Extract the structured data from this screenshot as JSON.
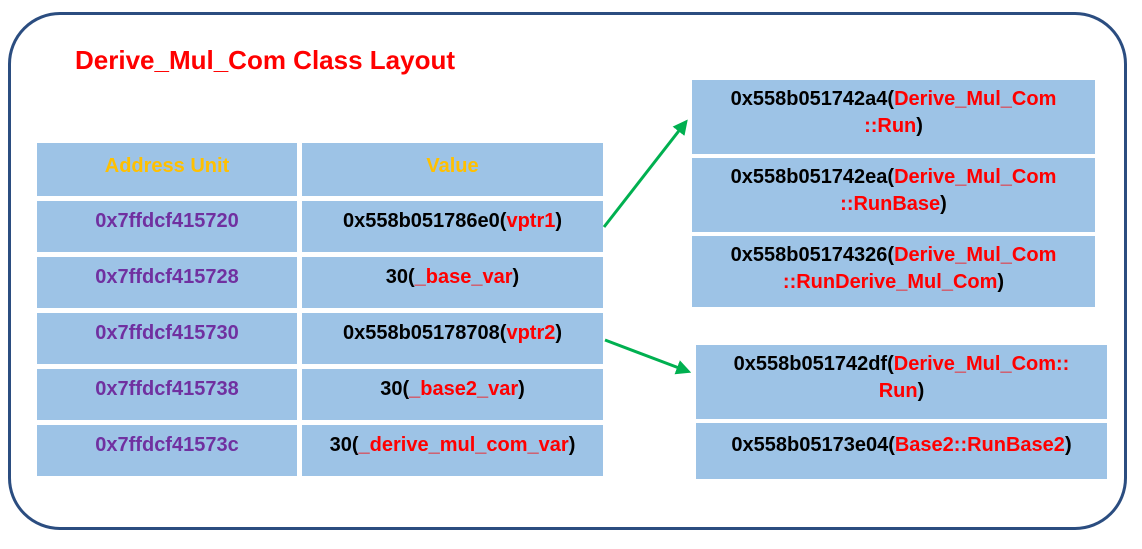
{
  "title": "Derive_Mul_Com Class Layout",
  "colors": {
    "cell_bg": "#9dc3e6",
    "header_text": "#ffc000",
    "address_text": "#7030a0",
    "highlight_text": "#ff0000",
    "value_text": "#000000",
    "arrow_color": "#00b050",
    "border_color": "#2b4d80",
    "title_color": "#ff0000"
  },
  "table": {
    "headers": [
      "Address Unit",
      "Value"
    ],
    "rows": [
      {
        "address": "0x7ffdcf415720",
        "value": [
          {
            "text": "0x558b051786e0(",
            "color": "black"
          },
          {
            "text": "vptr1",
            "color": "red"
          },
          {
            "text": ")",
            "color": "black"
          }
        ]
      },
      {
        "address": "0x7ffdcf415728",
        "value": [
          {
            "text": "30(",
            "color": "black"
          },
          {
            "text": "_base_var",
            "color": "red"
          },
          {
            "text": ")",
            "color": "black"
          }
        ]
      },
      {
        "address": "0x7ffdcf415730",
        "value": [
          {
            "text": "0x558b05178708(",
            "color": "black"
          },
          {
            "text": "vptr2",
            "color": "red"
          },
          {
            "text": ")",
            "color": "black"
          }
        ]
      },
      {
        "address": "0x7ffdcf415738",
        "value": [
          {
            "text": "30(",
            "color": "black"
          },
          {
            "text": "_base2_var",
            "color": "red"
          },
          {
            "text": ")",
            "color": "black"
          }
        ]
      },
      {
        "address": "0x7ffdcf41573c",
        "value": [
          {
            "text": "30(",
            "color": "black"
          },
          {
            "text": "_derive_mul_com_var",
            "color": "red"
          },
          {
            "text": ")",
            "color": "black"
          }
        ]
      }
    ]
  },
  "vtable1": {
    "cells": [
      {
        "lines": [
          [
            {
              "text": "0x558b051742a4(",
              "color": "black"
            },
            {
              "text": "Derive_Mul_Com",
              "color": "red"
            }
          ],
          [
            {
              "text": "::Run",
              "color": "red"
            },
            {
              "text": ")",
              "color": "black"
            }
          ]
        ]
      },
      {
        "lines": [
          [
            {
              "text": "0x558b051742ea(",
              "color": "black"
            },
            {
              "text": "Derive_Mul_Com",
              "color": "red"
            }
          ],
          [
            {
              "text": "::RunBase",
              "color": "red"
            },
            {
              "text": ")",
              "color": "black"
            }
          ]
        ]
      },
      {
        "lines": [
          [
            {
              "text": "0x558b05174326(",
              "color": "black"
            },
            {
              "text": "Derive_Mul_Com",
              "color": "red"
            }
          ],
          [
            {
              "text": "::RunDerive_Mul_Com",
              "color": "red"
            },
            {
              "text": ")",
              "color": "black"
            }
          ]
        ]
      }
    ]
  },
  "vtable2": {
    "cells": [
      {
        "lines": [
          [
            {
              "text": "0x558b051742df(",
              "color": "black"
            },
            {
              "text": "Derive_Mul_Com::",
              "color": "red"
            }
          ],
          [
            {
              "text": "Run",
              "color": "red"
            },
            {
              "text": ")",
              "color": "black"
            }
          ]
        ]
      },
      {
        "lines": [
          [
            {
              "text": "0x558b05173e04(",
              "color": "black"
            },
            {
              "text": "Base2::RunBase2",
              "color": "red"
            },
            {
              "text": ")",
              "color": "black"
            }
          ]
        ]
      }
    ]
  },
  "arrows": [
    {
      "from": "vptr1-row",
      "to": "vtable1"
    },
    {
      "from": "vptr2-row",
      "to": "vtable2"
    }
  ]
}
